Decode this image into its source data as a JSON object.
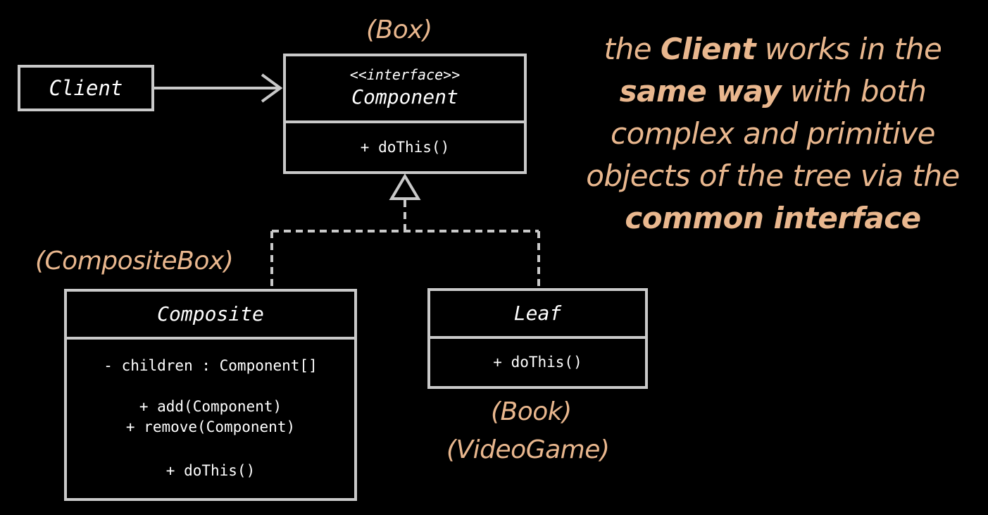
{
  "annotations": {
    "box": "(Box)",
    "composite_box": "(CompositeBox)",
    "book": "(Book)",
    "video_game": "(VideoGame)"
  },
  "client": {
    "name": "Client"
  },
  "component": {
    "stereotype": "<<interface>>",
    "name": "Component",
    "method": "+ doThis()"
  },
  "composite": {
    "name": "Composite",
    "field": "- children : Component[]",
    "method_add": "+ add(Component)",
    "method_remove": "+ remove(Component)",
    "method_do": "+ doThis()"
  },
  "leaf": {
    "name": "Leaf",
    "method": "+ doThis()"
  },
  "description": {
    "line1_a": "the ",
    "line1_b": "Client",
    "line1_c": " works in the",
    "line2_a": "same way",
    "line2_b": " with both",
    "line3": "complex and primitive",
    "line4": "objects of the tree via the",
    "line5": "common interface"
  },
  "colors": {
    "background": "#000000",
    "box_border": "#c9c9c9",
    "accent": "#e9b78e",
    "text": "#ffffff"
  }
}
